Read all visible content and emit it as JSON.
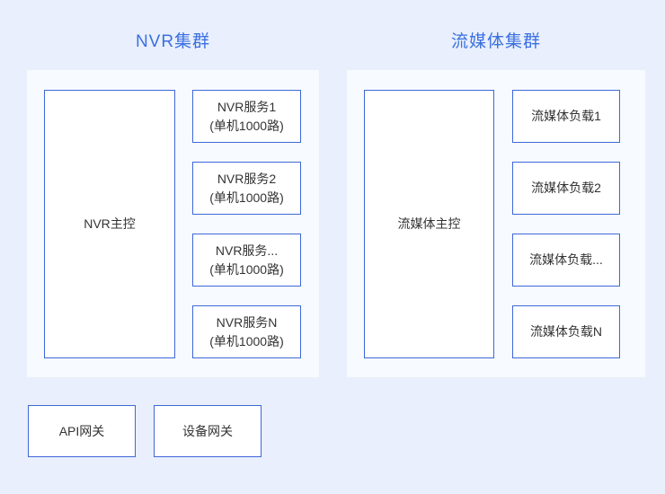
{
  "colors": {
    "page_bg": "#e9effc",
    "panel_bg": "#f7fafe",
    "box_border": "#3e68d8",
    "title_accent": "#3b70e0",
    "text": "#333333"
  },
  "clusters": [
    {
      "title": "NVR集群",
      "master": "NVR主控",
      "nodes": [
        {
          "label": "NVR服务1",
          "sub": "(单机1000路)"
        },
        {
          "label": "NVR服务2",
          "sub": "(单机1000路)"
        },
        {
          "label": "NVR服务...",
          "sub": "(单机1000路)"
        },
        {
          "label": "NVR服务N",
          "sub": "(单机1000路)"
        }
      ]
    },
    {
      "title": "流媒体集群",
      "master": "流媒体主控",
      "nodes": [
        {
          "label": "流媒体负载1"
        },
        {
          "label": "流媒体负载2"
        },
        {
          "label": "流媒体负载..."
        },
        {
          "label": "流媒体负载N"
        }
      ]
    }
  ],
  "gateways": [
    {
      "label": "API网关"
    },
    {
      "label": "设备网关"
    }
  ]
}
